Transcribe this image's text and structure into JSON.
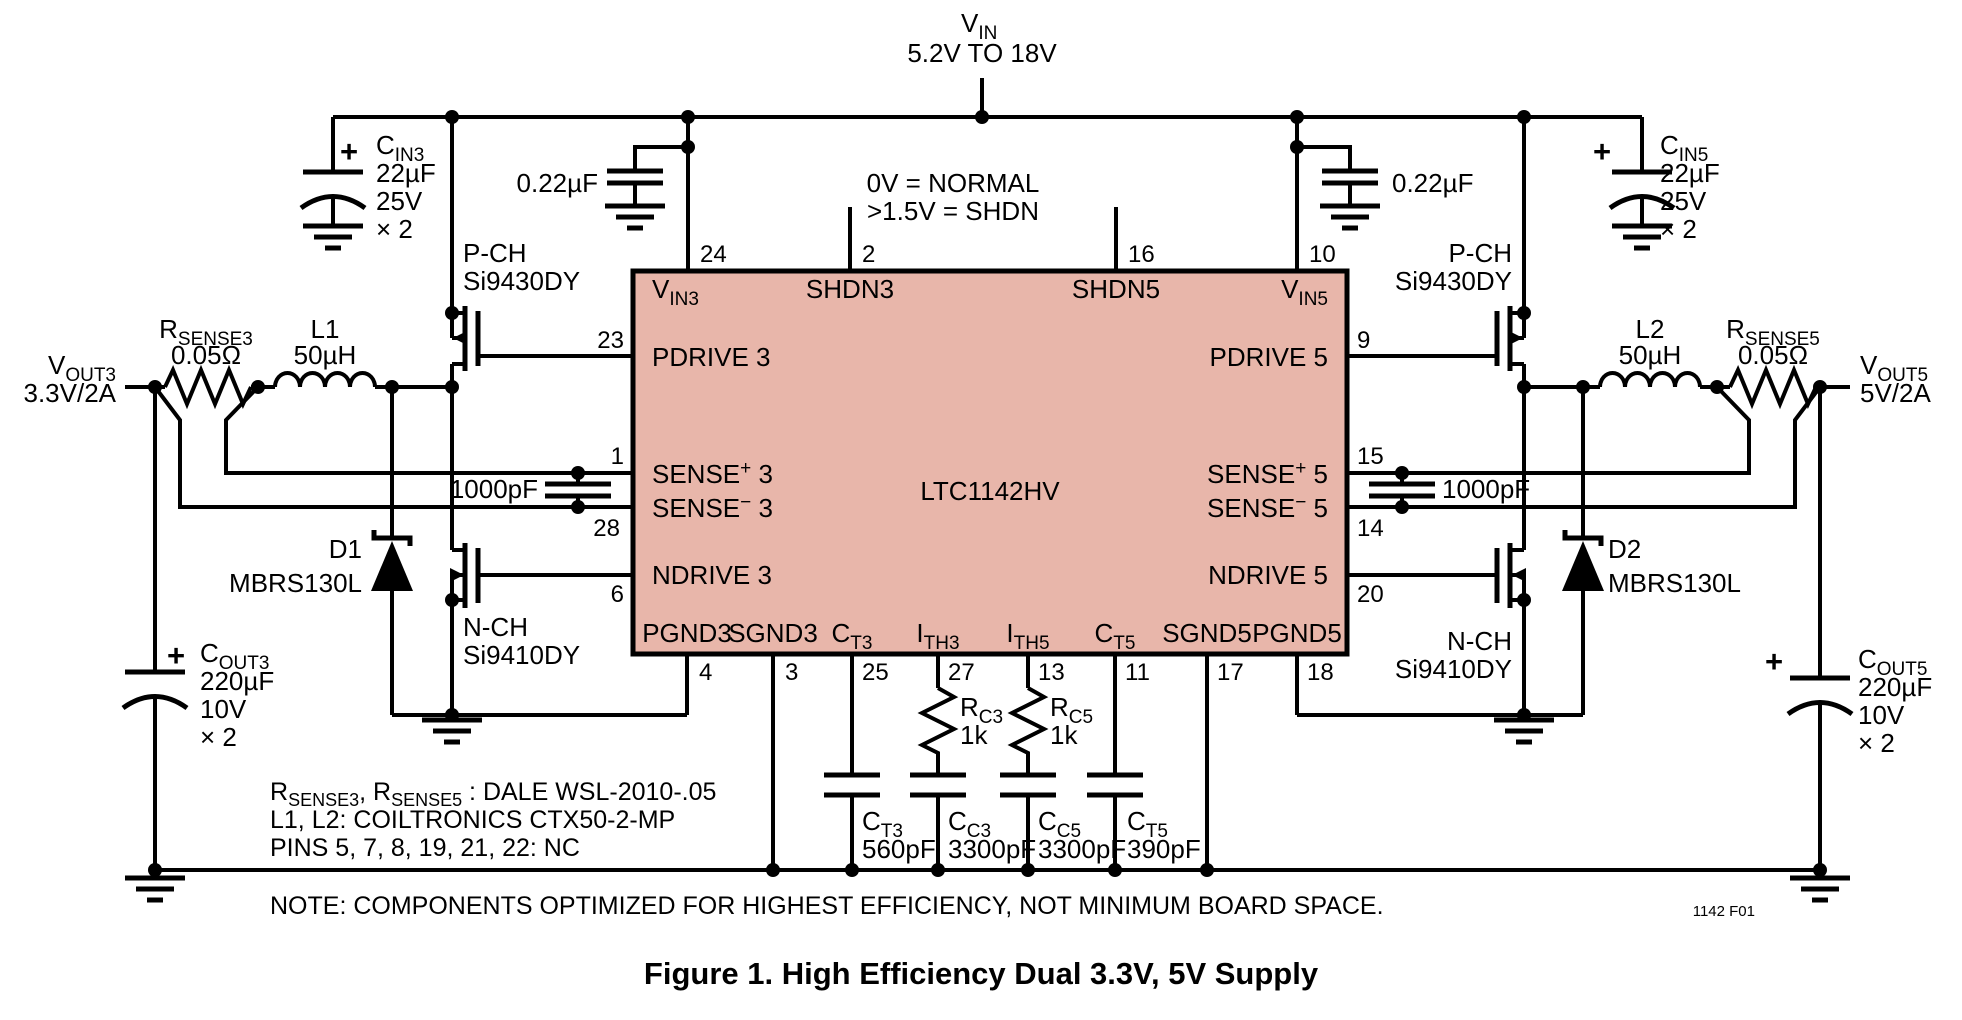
{
  "figure": {
    "caption": "Figure 1. High Efficiency Dual 3.3V, 5V Supply",
    "code": "1142 F01",
    "note": "NOTE: COMPONENTS OPTIMIZED FOR HIGHEST EFFICIENCY, NOT MINIMUM BOARD SPACE."
  },
  "colors": {
    "chip_fill": "#e8b6aa",
    "wire": "#000000",
    "background": "#ffffff"
  },
  "supply": {
    "vin_main": "V",
    "vin_sub": "IN",
    "range": "5.2V TO 18V",
    "shdn_line1": "0V = NORMAL",
    "shdn_line2": ">1.5V = SHDN"
  },
  "chip": {
    "name": "LTC1142HV",
    "pins": {
      "vin3": {
        "main": "V",
        "sub": "IN3",
        "num": "24"
      },
      "shdn3": {
        "label": "SHDN3",
        "num": "2"
      },
      "shdn5": {
        "label": "SHDN5",
        "num": "16"
      },
      "vin5": {
        "main": "V",
        "sub": "IN5",
        "num": "10"
      },
      "pdrive3": {
        "label": "PDRIVE 3",
        "num": "23"
      },
      "pdrive5": {
        "label": "PDRIVE 5",
        "num": "9"
      },
      "sense_p3": {
        "pre": "SENSE",
        "sup": "+",
        "post": " 3",
        "num": "1"
      },
      "sense_m3": {
        "pre": "SENSE",
        "sup": "−",
        "post": " 3",
        "num": "28"
      },
      "sense_p5": {
        "pre": "SENSE",
        "sup": "+",
        "post": " 5",
        "num": "15"
      },
      "sense_m5": {
        "pre": "SENSE",
        "sup": "−",
        "post": " 5",
        "num": "14"
      },
      "ndrive3": {
        "label": "NDRIVE 3",
        "num": "6"
      },
      "ndrive5": {
        "label": "NDRIVE 5",
        "num": "20"
      },
      "pgnd3": {
        "label": "PGND3",
        "num": "4"
      },
      "sgnd3": {
        "label": "SGND3",
        "num": "3"
      },
      "ct3": {
        "main": "C",
        "sub": "T3",
        "num": "25"
      },
      "ith3": {
        "main": "I",
        "sub": "TH3",
        "num": "27"
      },
      "ith5": {
        "main": "I",
        "sub": "TH5",
        "num": "13"
      },
      "ct5": {
        "main": "C",
        "sub": "T5",
        "num": "11"
      },
      "sgnd5": {
        "label": "SGND5",
        "num": "17"
      },
      "pgnd5": {
        "label": "PGND5",
        "num": "18"
      }
    }
  },
  "components": {
    "cin3": {
      "plus": "+",
      "main": "C",
      "sub": "IN3",
      "value": "22µF",
      "voltage": "25V",
      "mult": "× 2"
    },
    "cin5": {
      "plus": "+",
      "main": "C",
      "sub": "IN5",
      "value": "22µF",
      "voltage": "25V",
      "mult": "× 2"
    },
    "bypass3": {
      "value": "0.22µF"
    },
    "bypass5": {
      "value": "0.22µF"
    },
    "pfet3": {
      "type": "P-CH",
      "part": "Si9430DY"
    },
    "pfet5": {
      "type": "P-CH",
      "part": "Si9430DY"
    },
    "nfet3": {
      "type": "N-CH",
      "part": "Si9410DY"
    },
    "nfet5": {
      "type": "N-CH",
      "part": "Si9410DY"
    },
    "rsense3": {
      "main": "R",
      "sub": "SENSE3",
      "value": "0.05Ω"
    },
    "rsense5": {
      "main": "R",
      "sub": "SENSE5",
      "value": "0.05Ω"
    },
    "l1": {
      "name": "L1",
      "value": "50µH"
    },
    "l2": {
      "name": "L2",
      "value": "50µH"
    },
    "d1": {
      "name": "D1",
      "part": "MBRS130L"
    },
    "d2": {
      "name": "D2",
      "part": "MBRS130L"
    },
    "sense_cap3": {
      "value": "1000pF"
    },
    "sense_cap5": {
      "value": "1000pF"
    },
    "cout3": {
      "plus": "+",
      "main": "C",
      "sub": "OUT3",
      "value": "220µF",
      "voltage": "10V",
      "mult": "× 2"
    },
    "cout5": {
      "plus": "+",
      "main": "C",
      "sub": "OUT5",
      "value": "220µF",
      "voltage": "10V",
      "mult": "× 2"
    },
    "rc3": {
      "main": "R",
      "sub": "C3",
      "value": "1k"
    },
    "rc5": {
      "main": "R",
      "sub": "C5",
      "value": "1k"
    },
    "ct3_cap": {
      "main": "C",
      "sub": "T3",
      "value": "560pF"
    },
    "cc3": {
      "main": "C",
      "sub": "C3",
      "value": "3300pF"
    },
    "cc5": {
      "main": "C",
      "sub": "C5",
      "value": "3300pF"
    },
    "ct5_cap": {
      "main": "C",
      "sub": "T5",
      "value": "390pF"
    }
  },
  "outputs": {
    "vout3": {
      "main": "V",
      "sub": "OUT3",
      "rating": "3.3V/2A"
    },
    "vout5": {
      "main": "V",
      "sub": "OUT5",
      "rating": "5V/2A"
    }
  },
  "notes": {
    "line1": {
      "p0": "R",
      "s0": "SENSE3",
      "p1": ", R",
      "s1": "SENSE5",
      "p2": " : DALE WSL-2010-.05"
    },
    "line2": "L1, L2: COILTRONICS CTX50-2-MP",
    "line3": "PINS 5, 7, 8, 19, 21, 22: NC"
  }
}
